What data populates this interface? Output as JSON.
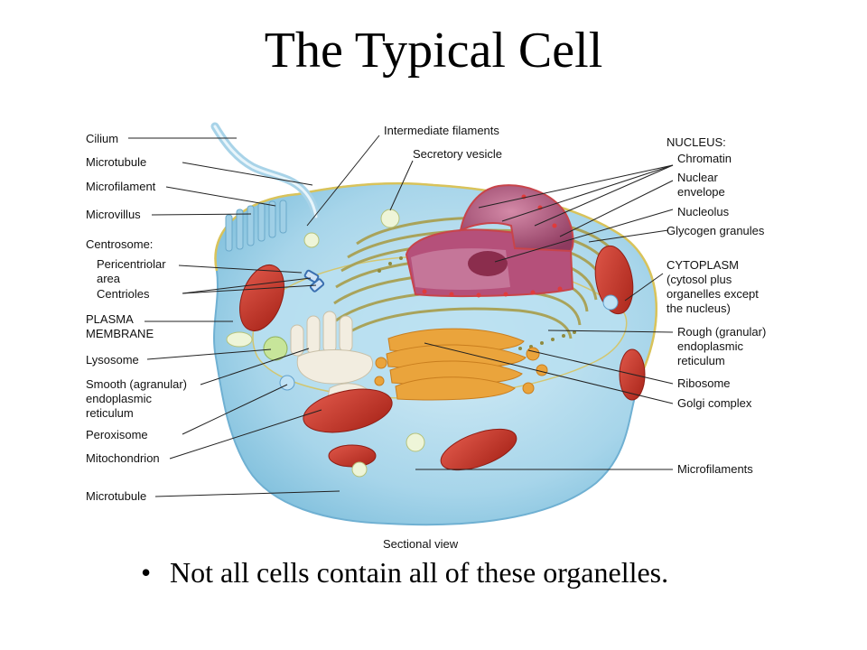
{
  "title": "The Typical Cell",
  "bullet": "Not all cells contain all of these organelles.",
  "bullet_marker": "•",
  "labels_left": {
    "cilium": "Cilium",
    "microtubule_top": "Microtubule",
    "microfilament": "Microfilament",
    "microvillus": "Microvillus",
    "centrosome": "Centrosome:",
    "pericentriolar_1": "Pericentriolar",
    "pericentriolar_2": "area",
    "centrioles": "Centrioles",
    "plasma_1": "PLASMA",
    "plasma_2": "MEMBRANE",
    "lysosome": "Lysosome",
    "ser_1": "Smooth (agranular)",
    "ser_2": "endoplasmic",
    "ser_3": "reticulum",
    "peroxisome": "Peroxisome",
    "mitochondrion": "Mitochondrion",
    "microtubule_bottom": "Microtubule"
  },
  "labels_top": {
    "intermediate_filaments": "Intermediate filaments",
    "secretory_vesicle": "Secretory vesicle"
  },
  "labels_right": {
    "nucleus": "NUCLEUS:",
    "chromatin": "Chromatin",
    "envelope_1": "Nuclear",
    "envelope_2": "envelope",
    "nucleolus": "Nucleolus",
    "glycogen": "Glycogen granules",
    "cyto_1": "CYTOPLASM",
    "cyto_2": "(cytosol plus",
    "cyto_3": "organelles except",
    "cyto_4": "the nucleus)",
    "rer_1": "Rough (granular)",
    "rer_2": "endoplasmic",
    "rer_3": "reticulum",
    "ribosome": "Ribosome",
    "golgi": "Golgi complex",
    "microfilaments": "Microfilaments"
  },
  "caption": "Sectional view",
  "colors": {
    "cytoplasm": "#a9d6ea",
    "membrane": "#d9c35a",
    "nucleus": "#b0567c",
    "rough_er": "#b8b063",
    "golgi": "#e8a13a",
    "mitochondria": "#c83a2e",
    "smooth_er": "#f1ece0"
  }
}
